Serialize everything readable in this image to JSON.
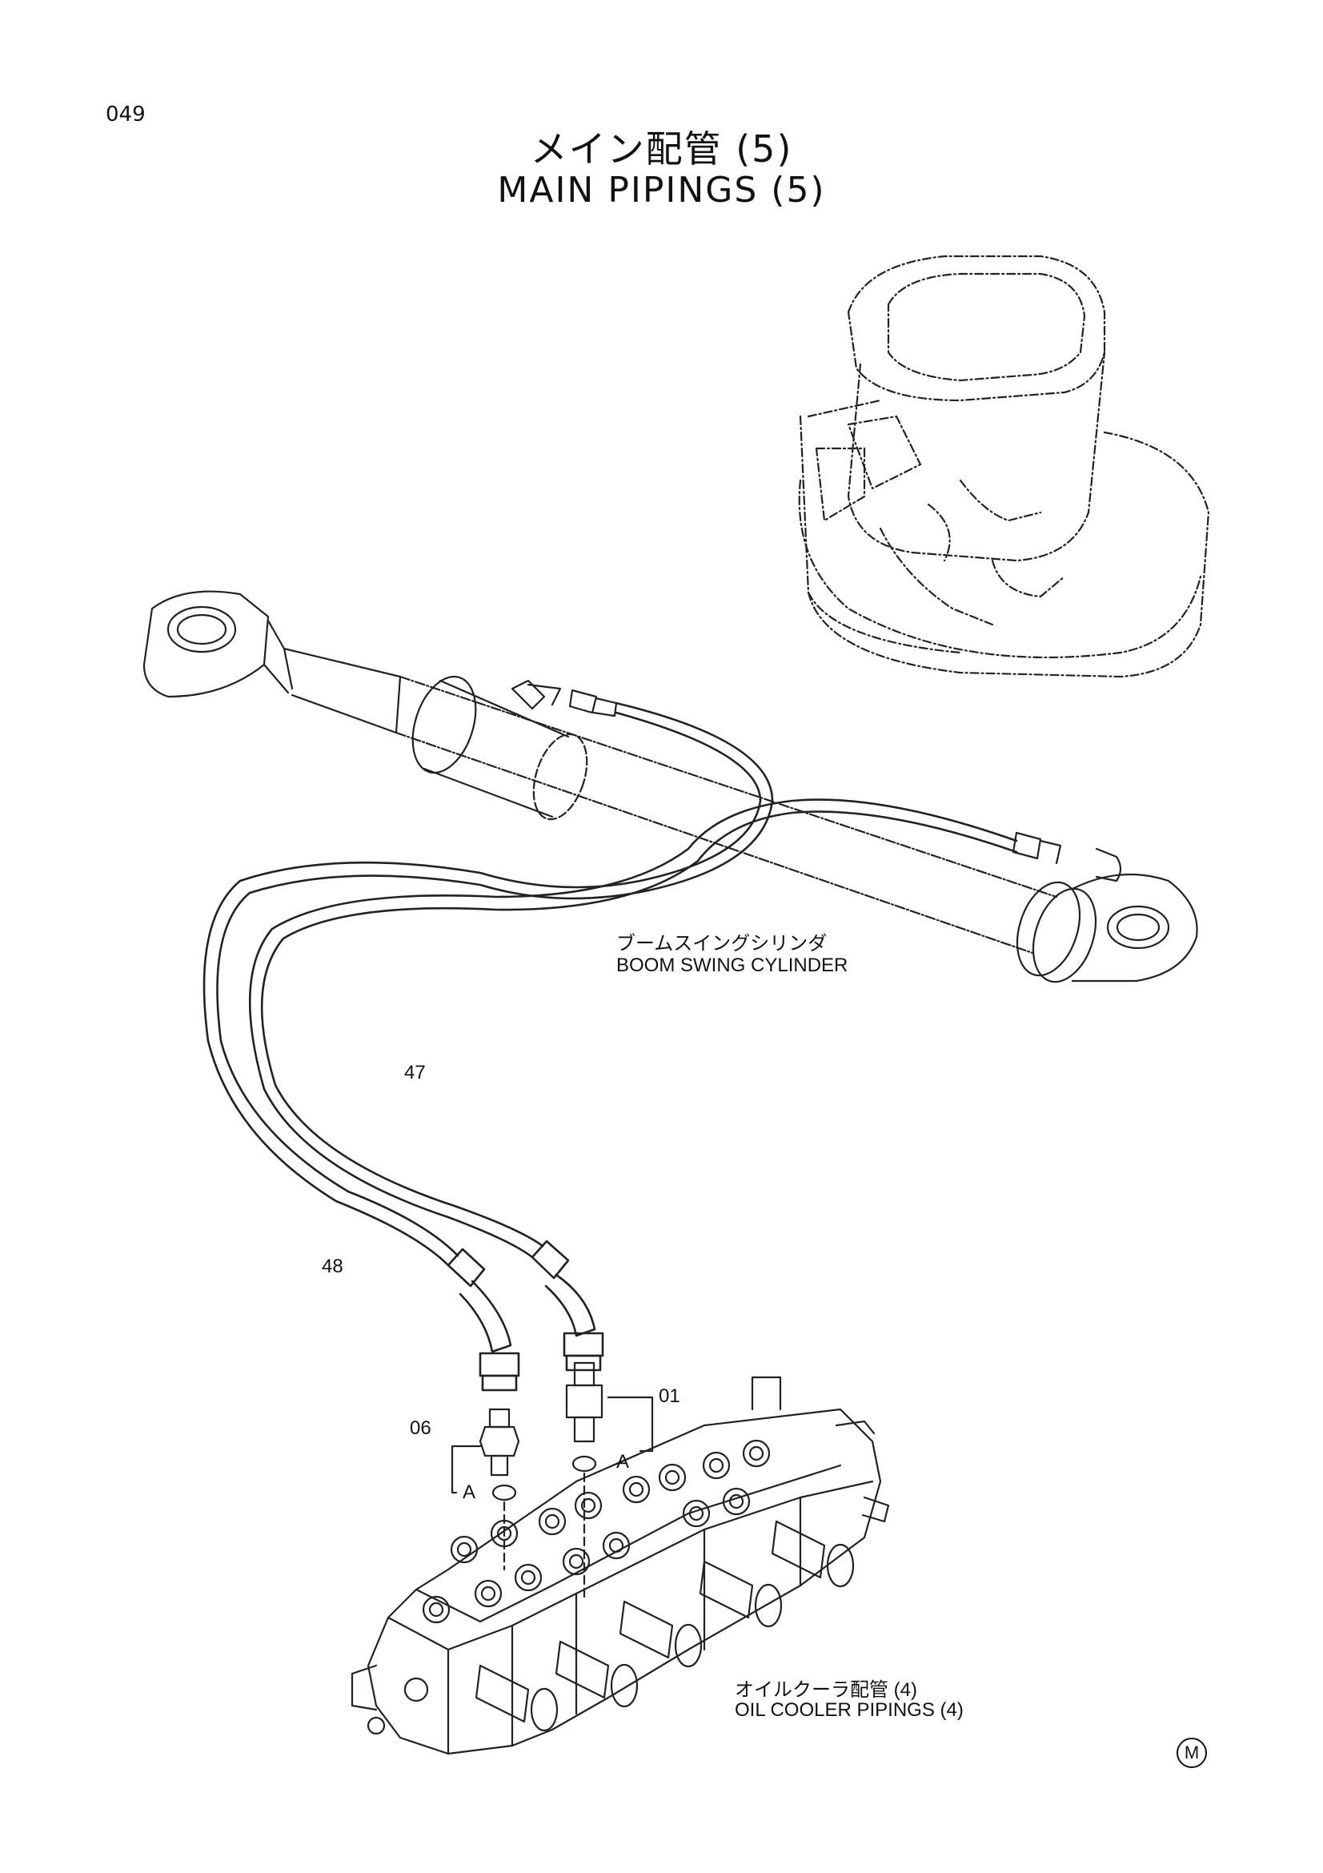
{
  "page": {
    "number": "049",
    "mark": "M"
  },
  "title": {
    "ja": "メイン配管 (5)",
    "en": "MAIN PIPINGS (5)"
  },
  "labels": {
    "boom_cylinder_ja": "ブームスイングシリンダ",
    "boom_cylinder_en": "BOOM SWING CYLINDER",
    "oil_cooler_ja": "オイルクーラ配管 (4)",
    "oil_cooler_en": "OIL COOLER PIPINGS (4)"
  },
  "callouts": {
    "p47": "47",
    "p48": "48",
    "p01": "01",
    "p06": "06",
    "a_left": "A",
    "a_right": "A"
  }
}
